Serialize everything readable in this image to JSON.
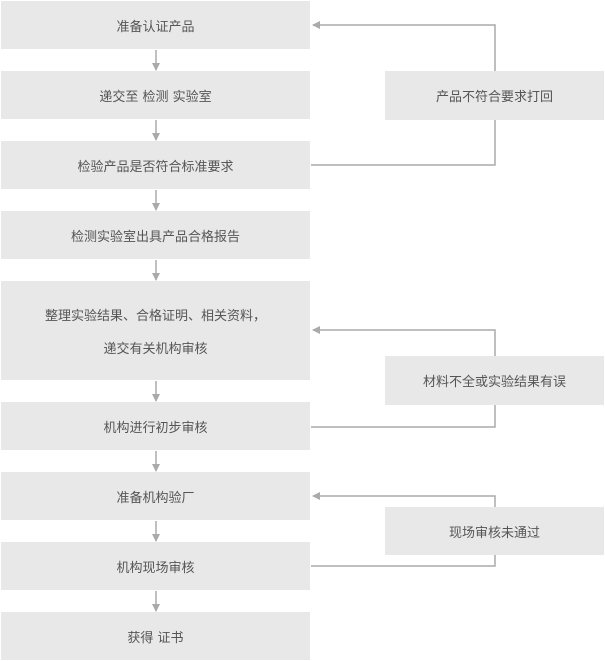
{
  "flow": {
    "steps": [
      "准备认证产品",
      "递交至 检测 实验室",
      "检验产品是否符合标准要求",
      "检测实验室出具产品合格报告",
      {
        "line1": "整理实验结果、合格证明、相关资料，",
        "line2": "递交有关机构审核"
      },
      "机构进行初步审核",
      "准备机构验厂",
      "机构现场审核",
      "获得 证书"
    ],
    "feedback": [
      "产品不符合要求打回",
      "材料不全或实验结果有误",
      "现场审核未通过"
    ]
  },
  "colors": {
    "box_fill": "#e8e8e8",
    "text": "#555555",
    "arrow": "#aaaaaa"
  }
}
